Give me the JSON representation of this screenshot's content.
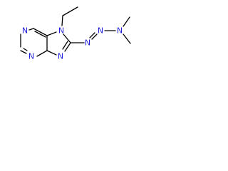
{
  "colors": {
    "background": "#ffffff",
    "bond": "#000000",
    "nitrogen": "#1f1fd9"
  },
  "molecule": {
    "atom_labels": {
      "n_ring6_top": "N",
      "n_ring6_bottom": "N",
      "n7_ethyl": "N",
      "n9_ring5": "N",
      "n_azo_1": "N",
      "n_azo_2": "N",
      "n_dimethyl": "N"
    }
  }
}
